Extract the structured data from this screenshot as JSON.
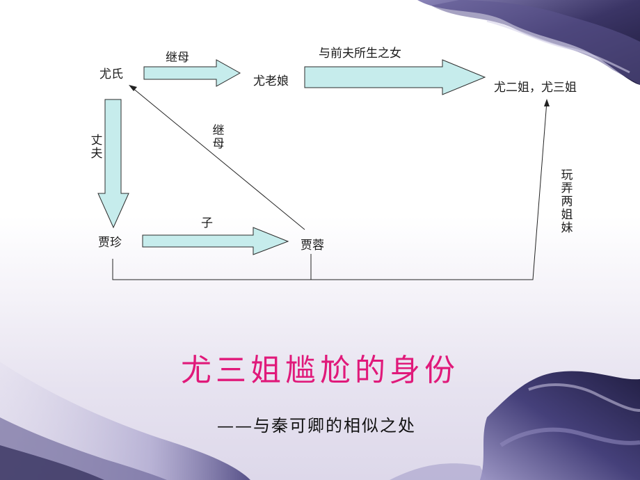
{
  "nodes": {
    "you_shi": "尤氏",
    "you_laoniang": "尤老娘",
    "sisters": "尤二姐，尤三姐",
    "jia_zhen": "贾珍",
    "jia_rong": "贾蓉"
  },
  "edges": {
    "stepmother_top": "继母",
    "born_to_ex_husband": "与前夫所生之女",
    "husband": "丈夫",
    "stepmother_diag": "继母",
    "son": "子",
    "toying_sisters": "玩弄两姐妹"
  },
  "title": "尤三姐尴尬的身份",
  "subtitle": "——与秦可卿的相似之处",
  "colors": {
    "arrow_fill": "#c6ecec",
    "arrow_stroke": "#2b2b2b",
    "title": "#e0197a",
    "decor_dark": "#2e2a55",
    "decor_mid": "#6b6598",
    "decor_light": "#b9b4d6"
  }
}
